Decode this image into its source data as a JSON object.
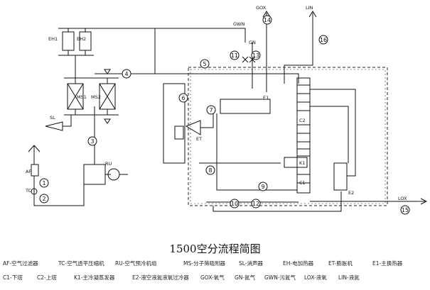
{
  "title": "1500空分流程简图",
  "streams": {
    "s1": "1",
    "s2": "2",
    "s3": "3",
    "s4": "4",
    "s5": "5",
    "s6": "6",
    "s7": "7",
    "s8": "8",
    "s9": "9",
    "s10": "10",
    "s11": "11",
    "s12": "12",
    "s13": "13",
    "s14": "14",
    "s15": "15",
    "s16": "16"
  },
  "labels": {
    "gox": "GOX",
    "gwn": "GWN",
    "gn": "GN",
    "lin": "LIN",
    "lox": "LOX",
    "eh1": "EH1",
    "eh2": "EH2",
    "ms1": "MS1",
    "ms2": "MS2",
    "sl": "SL",
    "af": "AF",
    "tc": "TC",
    "ru": "RU",
    "et": "ET",
    "e1": "E1",
    "e2": "E2",
    "c1": "C1",
    "c2": "C2",
    "k1": "K1"
  },
  "legend": {
    "row1": [
      "AF-空气过滤器",
      "TC-空气透平压缩机",
      "RU-空气预冷机组",
      "MS-分子筛吸附器",
      "SL-消声器",
      "EH-电加热器",
      "ET-膨胀机",
      "E1-主换热器"
    ],
    "row2": [
      "C1-下塔",
      "C2-上塔",
      "K1-主冷凝蒸发器",
      "E2-液空液氮液氧过冷器",
      "GOX-氧气",
      "GN-氮气",
      "GWN-污氮气",
      "LOX-液氧",
      "LIN-液氮"
    ]
  }
}
